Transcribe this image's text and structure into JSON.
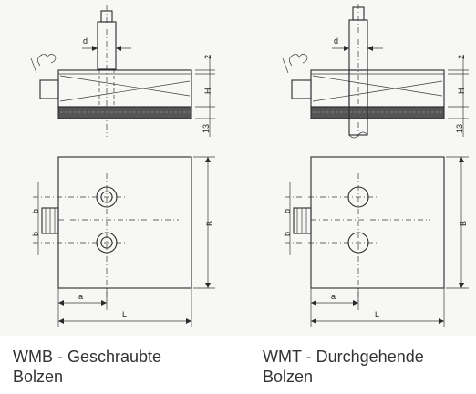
{
  "left_drawing": {
    "dim_d": "d",
    "dim_2": "2",
    "dim_H": "H",
    "dim_13": "13",
    "dim_b_top": "b",
    "dim_b_bottom": "b",
    "dim_B": "B",
    "dim_a": "a",
    "dim_L": "L"
  },
  "right_drawing": {
    "dim_d": "d",
    "dim_2": "2",
    "dim_H": "H",
    "dim_13": "13",
    "dim_b_top": "b",
    "dim_b_bottom": "b",
    "dim_B": "B",
    "dim_a": "a",
    "dim_L": "L"
  },
  "captions": {
    "left_line1": "WMB - Geschraubte",
    "left_line2": "Bolzen",
    "right_line1": "WMT - Durchgehende",
    "right_line2": "Bolzen"
  }
}
